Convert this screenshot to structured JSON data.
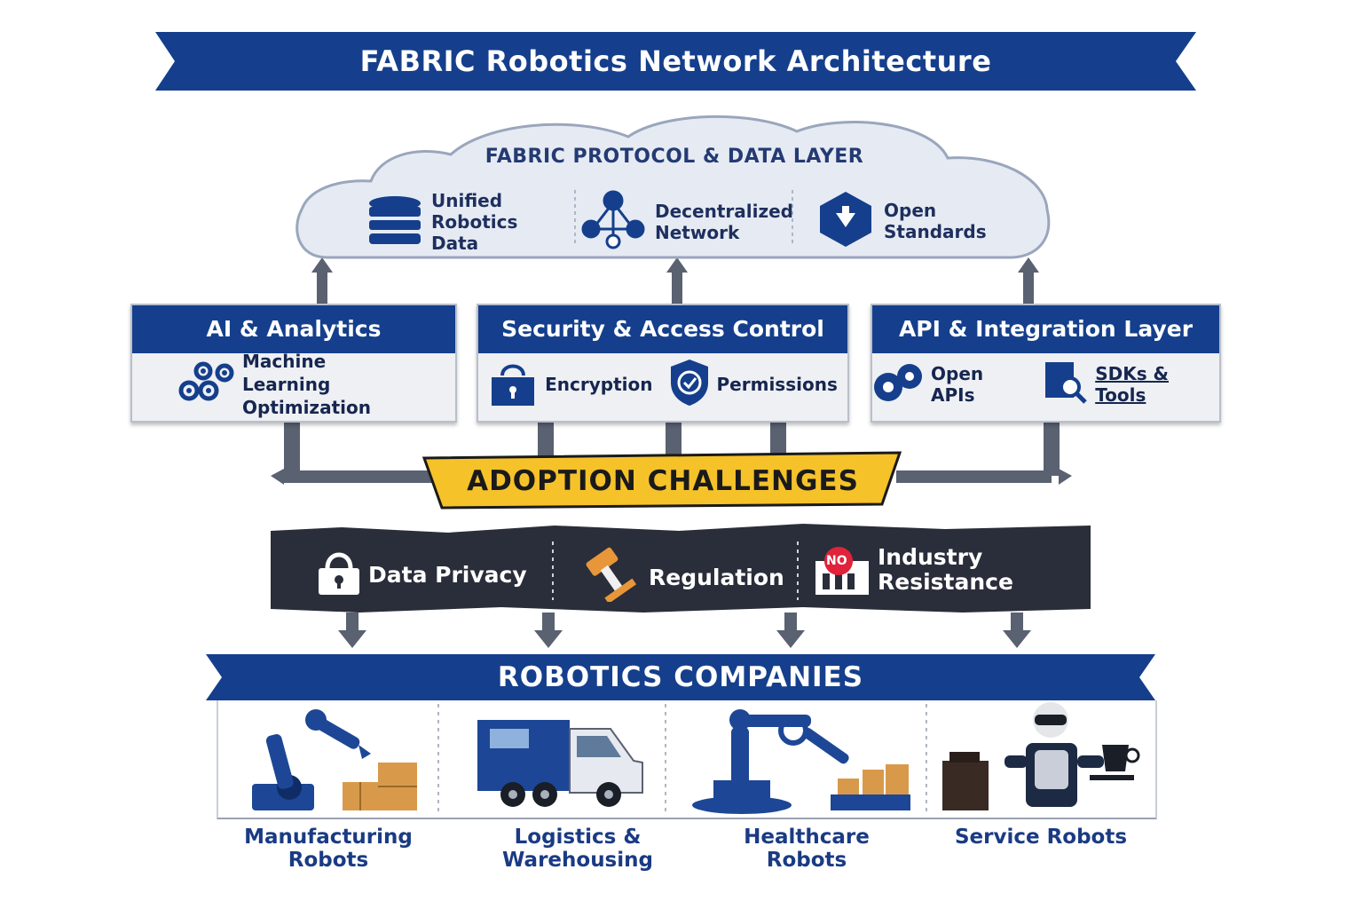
{
  "title": "FABRIC Robotics Network Architecture",
  "cloud": {
    "title": "FABRIC PROTOCOL & DATA LAYER",
    "items": [
      {
        "label": "Unified Robotics Data",
        "icon": "database-icon"
      },
      {
        "label": "Decentralized Network",
        "icon": "network-nodes-icon"
      },
      {
        "label": "Open Standards",
        "icon": "shield-arrow-icon"
      }
    ]
  },
  "layers": [
    {
      "title": "AI & Analytics",
      "items": [
        {
          "label": "Machine Learning Optimization",
          "icon": "gears-icon"
        }
      ]
    },
    {
      "title": "Security & Access Control",
      "items": [
        {
          "label": "Encryption",
          "icon": "lock-box-icon"
        },
        {
          "label": "Permissions",
          "icon": "shield-check-icon"
        }
      ]
    },
    {
      "title": "API & Integration Layer",
      "items": [
        {
          "label": "Open APIs",
          "icon": "api-gears-icon"
        },
        {
          "label": "SDKs & Tools",
          "icon": "document-search-icon"
        }
      ]
    }
  ],
  "challenges": {
    "title": "ADOPTION CHALLENGES",
    "items": [
      {
        "label": "Data Privacy",
        "icon": "padlock-icon"
      },
      {
        "label": "Regulation",
        "icon": "gavel-icon"
      },
      {
        "label": "Industry Resistance",
        "icon": "factory-no-icon",
        "badge": "NO"
      }
    ]
  },
  "companies": {
    "title": "ROBOTICS COMPANIES",
    "items": [
      {
        "label": "Manufacturing Robots",
        "icon": "robot-arm-icon"
      },
      {
        "label": "Logistics & Warehousing",
        "icon": "delivery-truck-icon"
      },
      {
        "label": "Healthcare Robots",
        "icon": "medical-robot-arm-icon"
      },
      {
        "label": "Service Robots",
        "icon": "humanoid-robot-icon"
      }
    ]
  },
  "colors": {
    "primary": "#153f8c",
    "accent": "#f5c22a",
    "dark": "#2a2e3a",
    "alert": "#e0223a"
  }
}
